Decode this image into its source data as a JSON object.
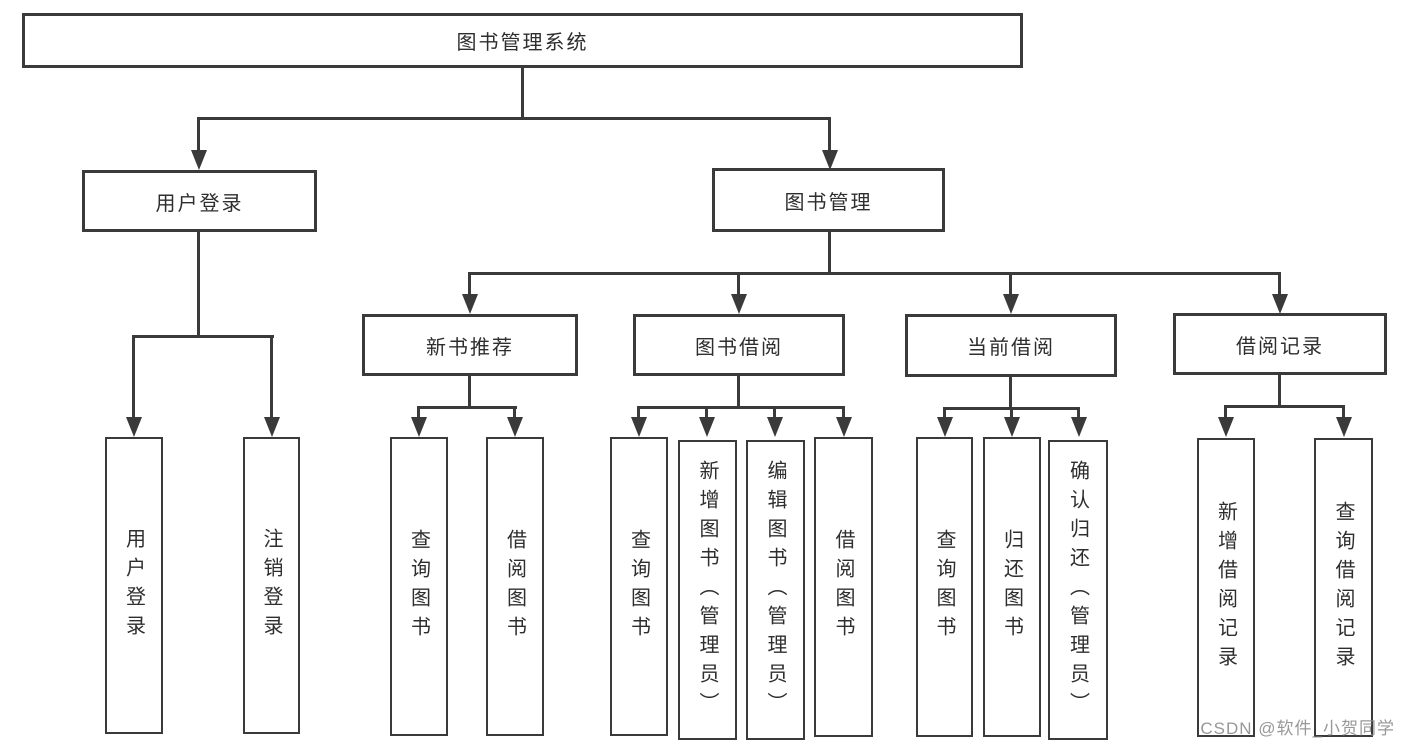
{
  "page": {
    "background": "#ffffff",
    "watermark": "CSDN @软件_小贺同学"
  },
  "colors": {
    "line": "#3a3a3a",
    "box_border": "#3a3a3a",
    "text": "#2e2e2e",
    "watermark_text": "#8a8a8a"
  },
  "nodes": {
    "root": {
      "label": "图书管理系统"
    },
    "user_login": {
      "label": "用户登录"
    },
    "book_mgmt": {
      "label": "图书管理"
    },
    "new_book_rec": {
      "label": "新书推荐"
    },
    "book_borrow": {
      "label": "图书借阅"
    },
    "current_borrow": {
      "label": "当前借阅"
    },
    "borrow_record": {
      "label": "借阅记录"
    },
    "user_login_leaf": {
      "label": "用户登录"
    },
    "logout_leaf": {
      "label": "注销登录"
    },
    "query_book_a": {
      "label": "查询图书"
    },
    "borrow_book_a": {
      "label": "借阅图书"
    },
    "query_book_b": {
      "label": "查询图书"
    },
    "add_book_admin": {
      "label": "新增图书（管理员）"
    },
    "edit_book_admin": {
      "label": "编辑图书（管理员）"
    },
    "borrow_book_b": {
      "label": "借阅图书"
    },
    "query_book_c": {
      "label": "查询图书"
    },
    "return_book": {
      "label": "归还图书"
    },
    "confirm_return_admin": {
      "label": "确认归还（管理员）"
    },
    "add_borrow_record": {
      "label": "新增借阅记录"
    },
    "query_borrow_record": {
      "label": "查询借阅记录"
    }
  },
  "edges": [
    [
      "root",
      "user_login"
    ],
    [
      "root",
      "book_mgmt"
    ],
    [
      "user_login",
      "user_login_leaf"
    ],
    [
      "user_login",
      "logout_leaf"
    ],
    [
      "book_mgmt",
      "new_book_rec"
    ],
    [
      "book_mgmt",
      "book_borrow"
    ],
    [
      "book_mgmt",
      "current_borrow"
    ],
    [
      "book_mgmt",
      "borrow_record"
    ],
    [
      "new_book_rec",
      "query_book_a"
    ],
    [
      "new_book_rec",
      "borrow_book_a"
    ],
    [
      "book_borrow",
      "query_book_b"
    ],
    [
      "book_borrow",
      "add_book_admin"
    ],
    [
      "book_borrow",
      "edit_book_admin"
    ],
    [
      "book_borrow",
      "borrow_book_b"
    ],
    [
      "current_borrow",
      "query_book_c"
    ],
    [
      "current_borrow",
      "return_book"
    ],
    [
      "current_borrow",
      "confirm_return_admin"
    ],
    [
      "borrow_record",
      "add_borrow_record"
    ],
    [
      "borrow_record",
      "query_borrow_record"
    ]
  ]
}
